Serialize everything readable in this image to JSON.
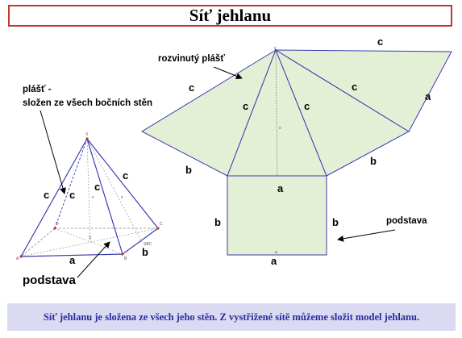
{
  "title": "Síť jehlanu",
  "footer": "Síť jehlanu je složena ze všech jeho stěn. Z vystřižené sítě můžeme složit model jehlanu.",
  "annotations": {
    "rozvinuty_plast": "rozvinutý plášť",
    "plast_line1": "plášť -",
    "plast_line2": "složen ze všech bočních stěn",
    "podstava_right": "podstava",
    "podstava_left": "podstava"
  },
  "net_labels": {
    "c_top": "c",
    "c_left_outer": "c",
    "c_left_inner": "c",
    "c_right_inner": "c",
    "c_right_outer": "c",
    "a_right": "a",
    "b_left": "b",
    "b_right": "b",
    "a_center": "a",
    "b_base_left": "b",
    "b_base_right": "b",
    "a_bottom": "a",
    "a_tiny": "a",
    "v_tiny": "v",
    "s_tiny": "s"
  },
  "pyramid_labels": {
    "c1": "c",
    "c2": "c",
    "c3": "c",
    "c4": "c",
    "a": "a",
    "b": "b",
    "apex": "V",
    "D": "D",
    "C": "C",
    "A": "A",
    "B": "B",
    "S": "S",
    "v": "v",
    "s": "s",
    "sbc": "SBC"
  },
  "colors": {
    "net_fill": "#e4f0d6",
    "edge": "#3b3bb0",
    "arrow": "#000000"
  }
}
